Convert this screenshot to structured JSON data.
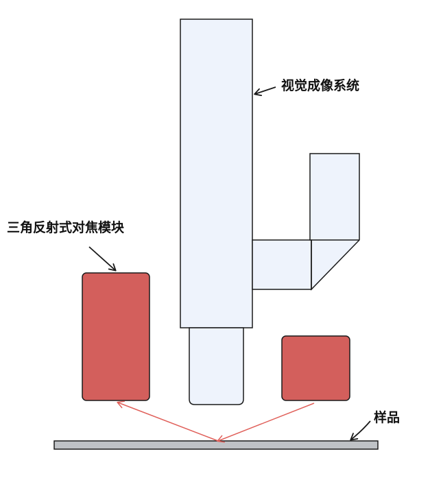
{
  "labels": {
    "vision_system": "视觉成像系统",
    "triangulation_module": "三角反射式对焦模块",
    "sample": "样品"
  },
  "colors": {
    "optics_fill": "#eef3fc",
    "module_fill": "#d35f5c",
    "sample_fill": "#bfc2c6",
    "outline": "#1a1a1a",
    "beam": "#e0605a"
  }
}
